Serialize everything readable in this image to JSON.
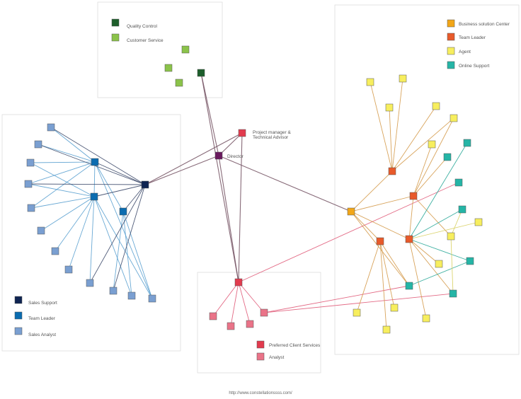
{
  "groups": {
    "top": {
      "legend": [
        {
          "label": "Quality Control",
          "color": "#1d5e2b"
        },
        {
          "label": "Customer Service",
          "color": "#8bc34a"
        }
      ]
    },
    "left": {
      "legend": [
        {
          "label": "Sales Support",
          "color": "#0f2452"
        },
        {
          "label": "Team Leader",
          "color": "#0b6cb0"
        },
        {
          "label": "Sales Analyst",
          "color": "#7a9fd1"
        }
      ]
    },
    "bottom": {
      "legend": [
        {
          "label": "Preferred Client Services",
          "color": "#e23b4e"
        },
        {
          "label": "Analyst",
          "color": "#ea7388"
        }
      ]
    },
    "right": {
      "legend": [
        {
          "label": "Business solution Center",
          "color": "#f2a618"
        },
        {
          "label": "Team Leader",
          "color": "#e85a2a"
        },
        {
          "label": "Agent",
          "color": "#f7ee5e"
        },
        {
          "label": "Online Support",
          "color": "#25b5a6"
        }
      ]
    }
  },
  "center_labels": {
    "project_manager_line1": "Project manager &",
    "project_manager_line2": "Technical Advisor",
    "director": "Director"
  },
  "center_colors": {
    "project_manager": "#e23b4e",
    "director": "#6a1a5e"
  },
  "edge_colors": {
    "center": "#7b5a6a",
    "left_light": "#5aa0d0",
    "left_dark": "#3d4a6b",
    "bottom": "#e05a78",
    "right_orange": "#d49a4a",
    "right_teal": "#2aa898",
    "right_yellow": "#d8d060"
  },
  "footer_url": "http://www.constellationssss.com/"
}
